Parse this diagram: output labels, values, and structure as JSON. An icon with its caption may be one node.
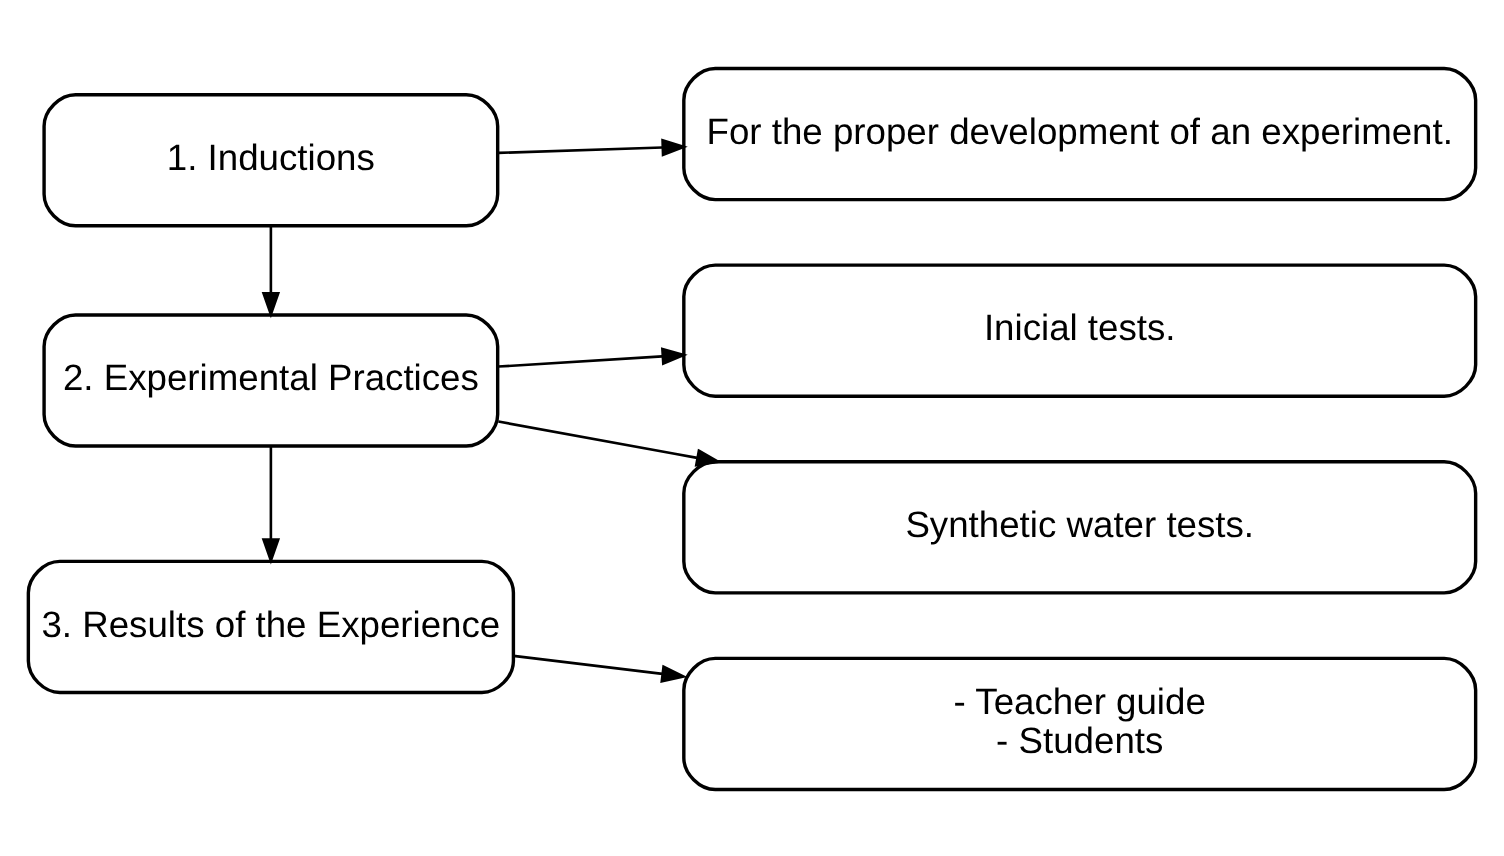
{
  "diagram": {
    "nodes": [
      {
        "text": [
          "1. Inductions"
        ]
      },
      {
        "text": [
          "For the proper development of an experiment."
        ]
      },
      {
        "text": [
          "2. Experimental Practices"
        ]
      },
      {
        "text": [
          "Inicial tests."
        ]
      },
      {
        "text": [
          "Synthetic water tests."
        ]
      },
      {
        "text": [
          "3. Results of the Experience"
        ]
      },
      {
        "text": [
          "- Teacher guide",
          "- Students"
        ]
      }
    ],
    "edges": [
      {
        "from": 0,
        "to": 1,
        "arrow": "to"
      },
      {
        "from": 0,
        "to": 2,
        "arrow": "to"
      },
      {
        "from": 2,
        "to": 3,
        "arrow": "to"
      },
      {
        "from": 2,
        "to": 4,
        "arrow": "to"
      },
      {
        "from": 2,
        "to": 5,
        "arrow": "to"
      },
      {
        "from": 5,
        "to": 6,
        "arrow": "to"
      }
    ]
  }
}
